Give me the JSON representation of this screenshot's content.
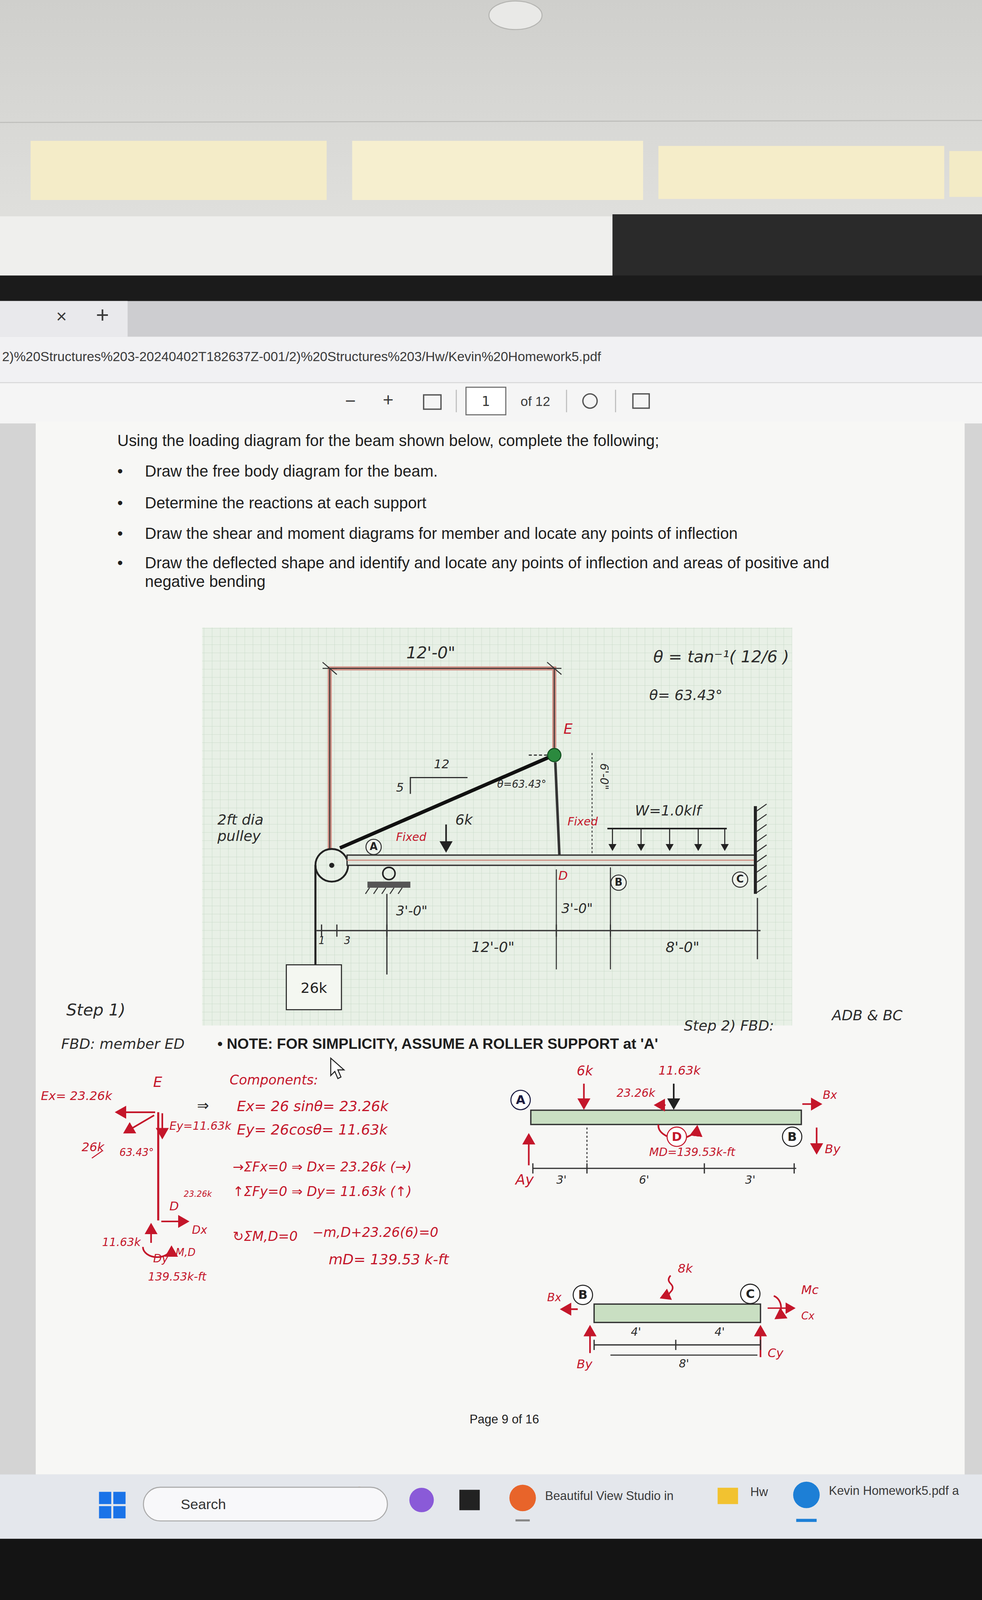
{
  "diagram": {
    "nodes": [
      {
        "text": [
          "1"
        ]
      },
      {
        "text": [
          "A"
        ]
      },
      {
        "text": [
          "B"
        ]
      },
      {
        "text": [
          "C"
        ]
      },
      {
        "text": [
          "26k"
        ]
      },
      {
        "text": [
          "A"
        ]
      },
      {
        "text": [
          "D"
        ]
      },
      {
        "text": [
          "B"
        ]
      },
      {
        "text": [
          "B"
        ]
      },
      {
        "text": [
          "C"
        ]
      },
      {
        "text": [
          "Search"
        ]
      }
    ],
    "labels": [
      "×",
      "+",
      "2)%20Structures%203-20240402T182637Z-001/2)%20Structures%203/Hw/Kevin%20Homework5.pdf",
      "−",
      "+",
      "of 12",
      "Using the loading diagram for the beam shown below, complete the following;",
      "•",
      "Draw the free body diagram for the beam.",
      "•",
      "Determine the reactions at each support",
      "•",
      "Draw the shear and moment diagrams for member and locate any points of inflection",
      "•",
      "Draw the deflected shape and identify and locate any points of inflection and areas of positive and negative bending",
      "12'-0\"",
      "θ = tan⁻¹( 12/6 )",
      "θ= 63.43°",
      "12",
      "5",
      "E",
      "θ=63.43°",
      "2ft dia pulley",
      "Fixed",
      "6k",
      "Fixed",
      "D",
      "W=1.0klf",
      "6'-0\"",
      "1",
      "3",
      "3'-0\"",
      "12'-0\"",
      "3'-0\"",
      "8'-0\"",
      "Step 1)",
      "FBD: member ED",
      "• NOTE: FOR SIMPLICITY, ASSUME A ROLLER SUPPORT at 'A'",
      "Step 2) FBD:",
      "ADB & BC",
      "E",
      "Ex= 23.26k",
      "26k",
      "63.43°",
      "Ey=11.63k",
      "D",
      "23.26k",
      "Dx",
      "11.63k",
      "Dy",
      "M,D",
      "139.53k-ft",
      "⇒",
      "Components:",
      "Ex= 26 sinθ= 23.26k",
      "Ey= 26cosθ= 11.63k",
      "→ΣFx=0 ⇒ Dx= 23.26k (→)",
      "↑ΣFy=0 ⇒ Dy= 11.63k (↑)",
      "↻ΣM,D=0",
      "−m,D+23.26(6)=0",
      "mD= 139.53 k-ft",
      "6k",
      "11.63k",
      "23.26k",
      "Bx",
      "By",
      "MD=139.53k-ft",
      "Ay",
      "3'",
      "6'",
      "3'",
      "Bx",
      "8k",
      "Mc",
      "Cx",
      "By",
      "4'",
      "4'",
      "8'",
      "Cy",
      "Page 9 of 16",
      "Beautiful View Studio in",
      "Hw",
      "Kevin Homework5.pdf a"
    ]
  }
}
